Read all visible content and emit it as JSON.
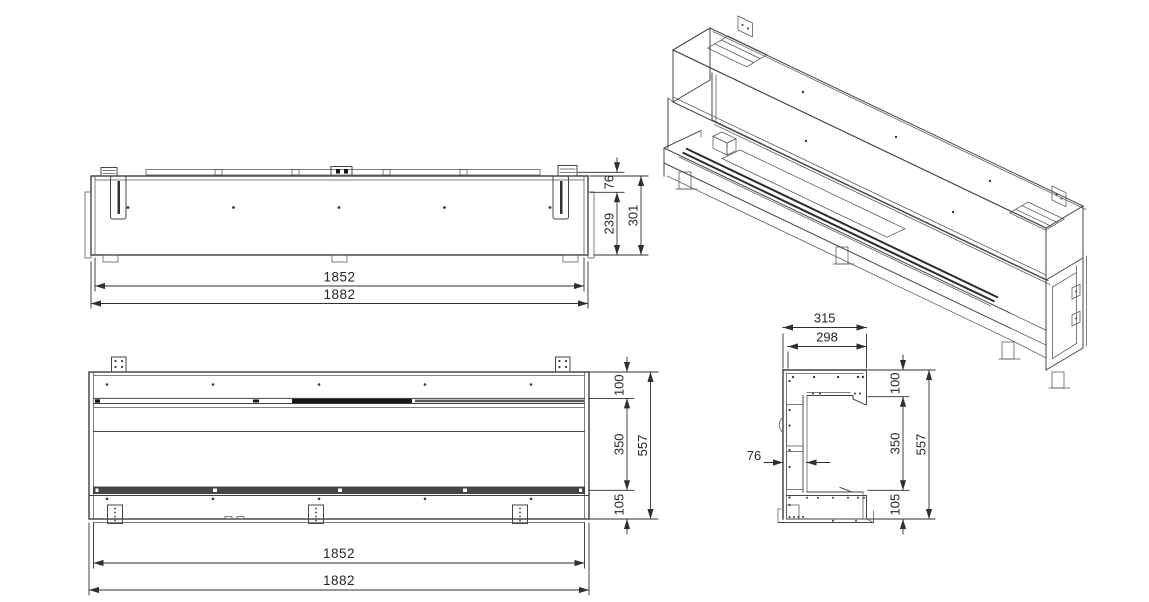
{
  "document": {
    "type": "technical-drawing",
    "subject": "linear fireplace chassis, four orthographic/isometric views"
  },
  "views": {
    "top": {
      "label": "top-view",
      "dims": {
        "inner_width": "1852",
        "outer_width": "1882",
        "flange_depth": "76",
        "body_depth": "239",
        "total_depth": "301"
      }
    },
    "front": {
      "label": "front-view",
      "dims": {
        "inner_width": "1852",
        "outer_width": "1882",
        "top_height": "100",
        "opening_height": "350",
        "base_height": "105",
        "total_height": "557"
      }
    },
    "side": {
      "label": "side-section-view",
      "dims": {
        "outer_depth": "315",
        "inner_depth": "298",
        "wall_thickness": "76",
        "top_height": "100",
        "opening_height": "350",
        "base_height": "105",
        "total_height": "557"
      }
    },
    "isometric": {
      "label": "isometric-view"
    }
  },
  "colors": {
    "line": "#454545",
    "dim_line": "#2f2f2f",
    "text": "#262626",
    "dark_fill": "#161616",
    "tray_fill": "#474747",
    "strip_light": "#5a5a5a",
    "white": "#ffffff",
    "background": "#ffffff"
  }
}
